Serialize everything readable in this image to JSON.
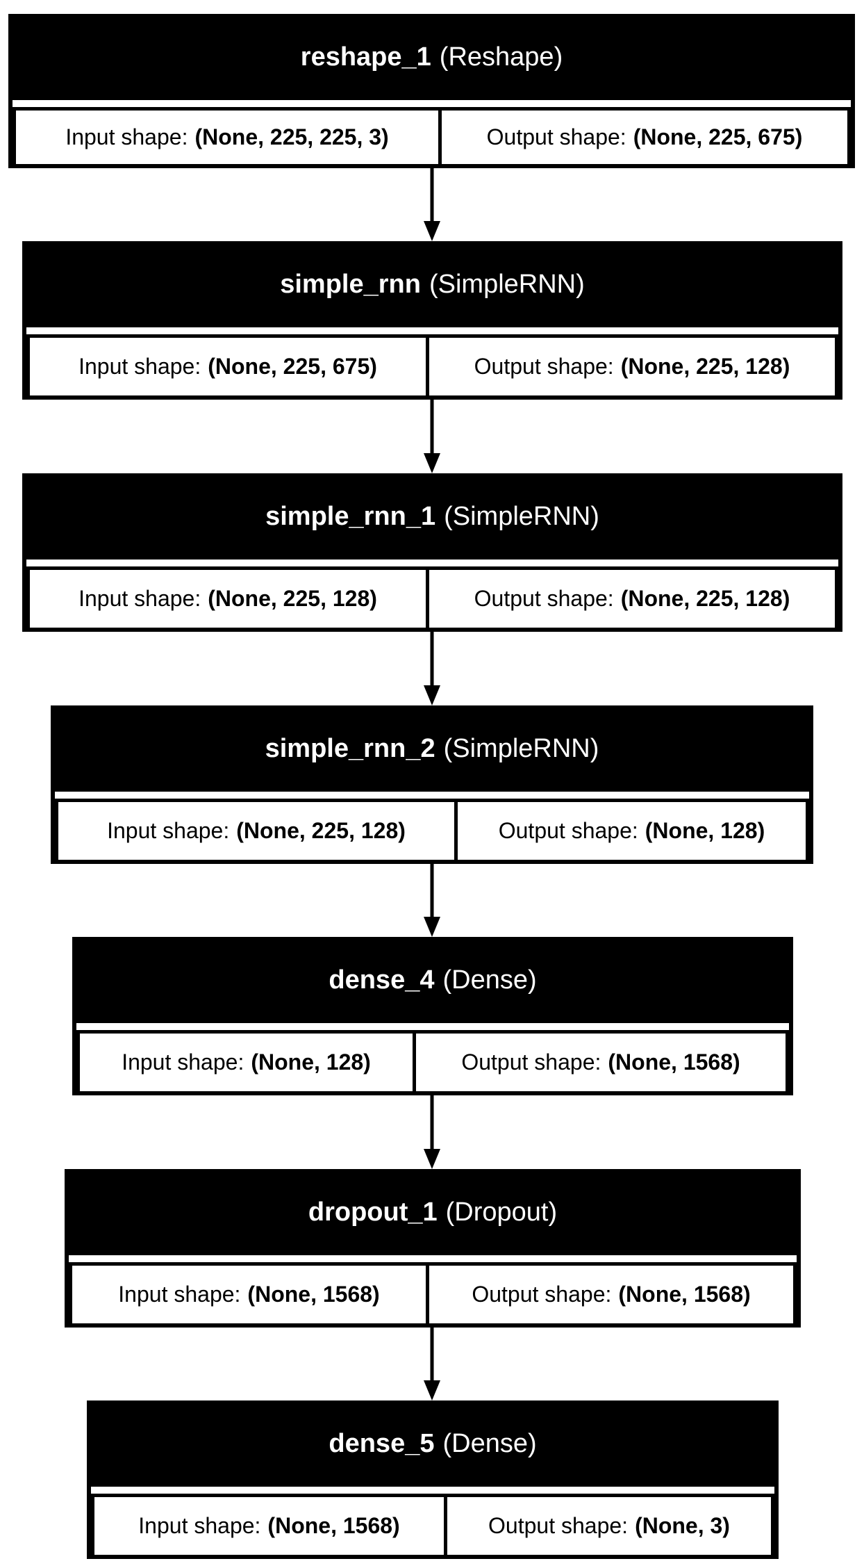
{
  "labels": {
    "input": "Input shape:",
    "output": "Output shape:"
  },
  "layers": [
    {
      "name": "reshape_1",
      "type": "(Reshape)",
      "input_shape": "(None, 225, 225, 3)",
      "output_shape": "(None, 225, 675)"
    },
    {
      "name": "simple_rnn",
      "type": "(SimpleRNN)",
      "input_shape": "(None, 225, 675)",
      "output_shape": "(None, 225, 128)"
    },
    {
      "name": "simple_rnn_1",
      "type": "(SimpleRNN)",
      "input_shape": "(None, 225, 128)",
      "output_shape": "(None, 225, 128)"
    },
    {
      "name": "simple_rnn_2",
      "type": "(SimpleRNN)",
      "input_shape": "(None, 225, 128)",
      "output_shape": "(None, 128)"
    },
    {
      "name": "dense_4",
      "type": "(Dense)",
      "input_shape": "(None, 128)",
      "output_shape": "(None, 1568)"
    },
    {
      "name": "dropout_1",
      "type": "(Dropout)",
      "input_shape": "(None, 1568)",
      "output_shape": "(None, 1568)"
    },
    {
      "name": "dense_5",
      "type": "(Dense)",
      "input_shape": "(None, 1568)",
      "output_shape": "(None, 3)"
    }
  ]
}
